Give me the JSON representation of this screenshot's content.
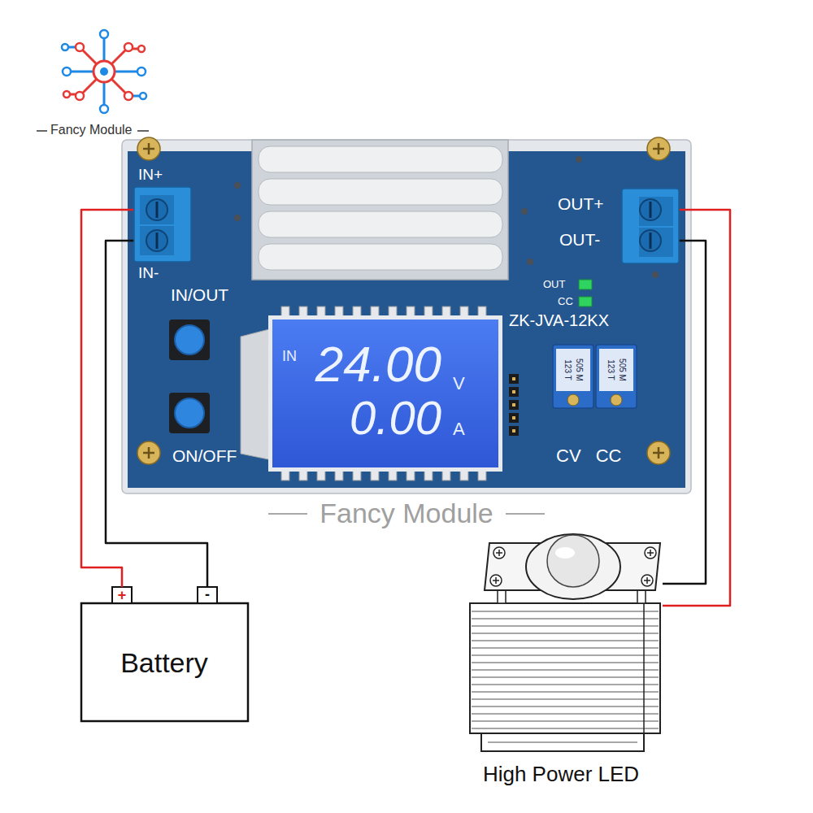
{
  "diagram": {
    "nodes": [
      {
        "text": [
          "ZK-JVA-12KX"
        ]
      },
      {
        "text": [
          "IN",
          "24.00",
          "V",
          "0.00",
          "A"
        ],
        "in": 0
      },
      {
        "text": [
          "Battery"
        ]
      },
      {
        "text": [
          "High Power LED"
        ]
      }
    ],
    "edges": [
      {
        "from": 2,
        "to": 0,
        "arrow": "none"
      },
      {
        "from": 2,
        "to": 0,
        "arrow": "none"
      },
      {
        "from": 0,
        "to": 3,
        "arrow": "none"
      },
      {
        "from": 0,
        "to": 3,
        "arrow": "none"
      }
    ],
    "labels": [
      "Fancy Module",
      "IN+",
      "IN-",
      "IN/OUT",
      "ON/OFF",
      "OUT+",
      "OUT-",
      "OUT",
      "CC",
      "123 T",
      "505 M",
      "123 T",
      "505 M",
      "CV CC",
      "Fancy Module",
      "+",
      "-"
    ]
  }
}
